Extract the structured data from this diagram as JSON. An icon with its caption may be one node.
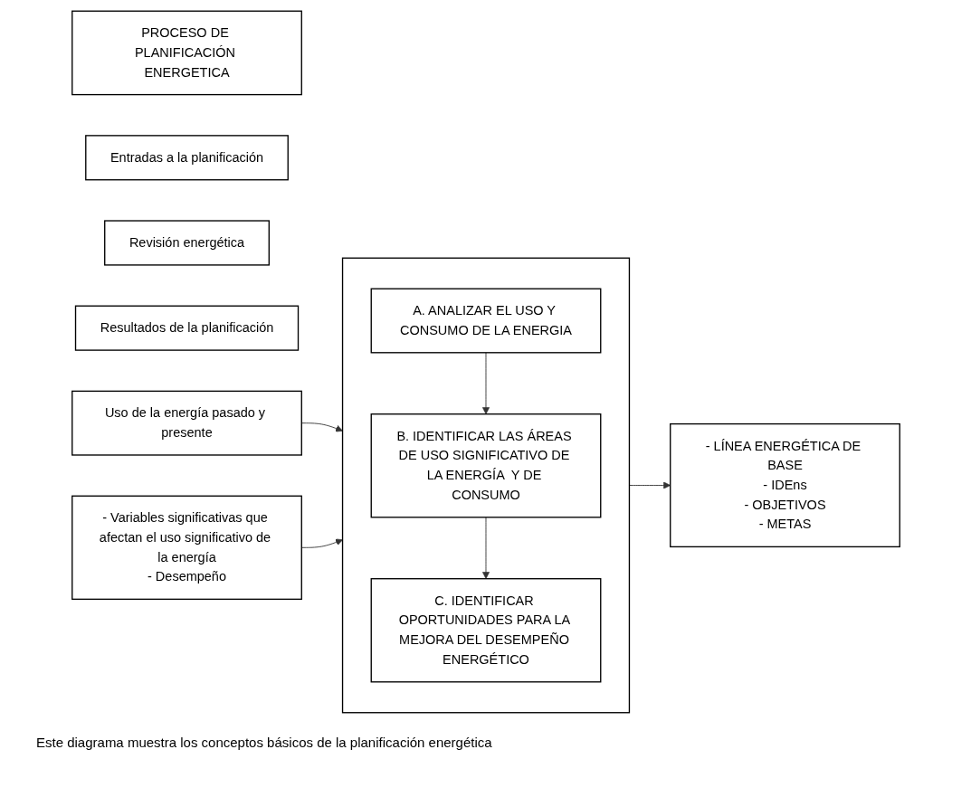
{
  "diagram": {
    "nodes": [
      {
        "text": [
          "PROCESO DE PLANIFICACIÓN ENERGETICA"
        ]
      },
      {
        "text": [
          "Entradas a la planificación"
        ]
      },
      {
        "text": [
          "Revisión energética"
        ]
      },
      {
        "text": [
          "Resultados de la planificación"
        ]
      },
      {
        "text": [
          "Uso de la energía pasado y presente"
        ]
      },
      {
        "text": [
          "- Variables significativas que afectan el uso significativo de la energía",
          "- Desempeño"
        ]
      },
      {
        "text": [],
        "shape": "box"
      },
      {
        "text": [
          "A. ANALIZAR EL USO Y CONSUMO DE LA ENERGIA"
        ],
        "in": 6
      },
      {
        "text": [
          "B. IDENTIFICAR LAS ÁREAS DE USO SIGNIFICATIVO DE LA ENERGÍA  Y DE CONSUMO"
        ],
        "in": 6
      },
      {
        "text": [
          "C. IDENTIFICAR OPORTUNIDADES PARA LA MEJORA DEL DESEMPEÑO ENERGÉTICO"
        ],
        "in": 6
      },
      {
        "text": [
          "- LÍNEA ENERGÉTICA DE BASE",
          "- IDEns",
          "- OBJETIVOS",
          "- METAS"
        ]
      }
    ],
    "edges": [
      {
        "from": 4,
        "to": 6,
        "arrow": "to"
      },
      {
        "from": 5,
        "to": 6,
        "arrow": "to"
      },
      {
        "from": 7,
        "to": 8,
        "arrow": "to"
      },
      {
        "from": 8,
        "to": 9,
        "arrow": "to"
      },
      {
        "from": 6,
        "to": 10,
        "arrow": "to"
      }
    ],
    "labels": [
      "Este diagrama muestra los conceptos básicos de la planificación energética"
    ]
  }
}
